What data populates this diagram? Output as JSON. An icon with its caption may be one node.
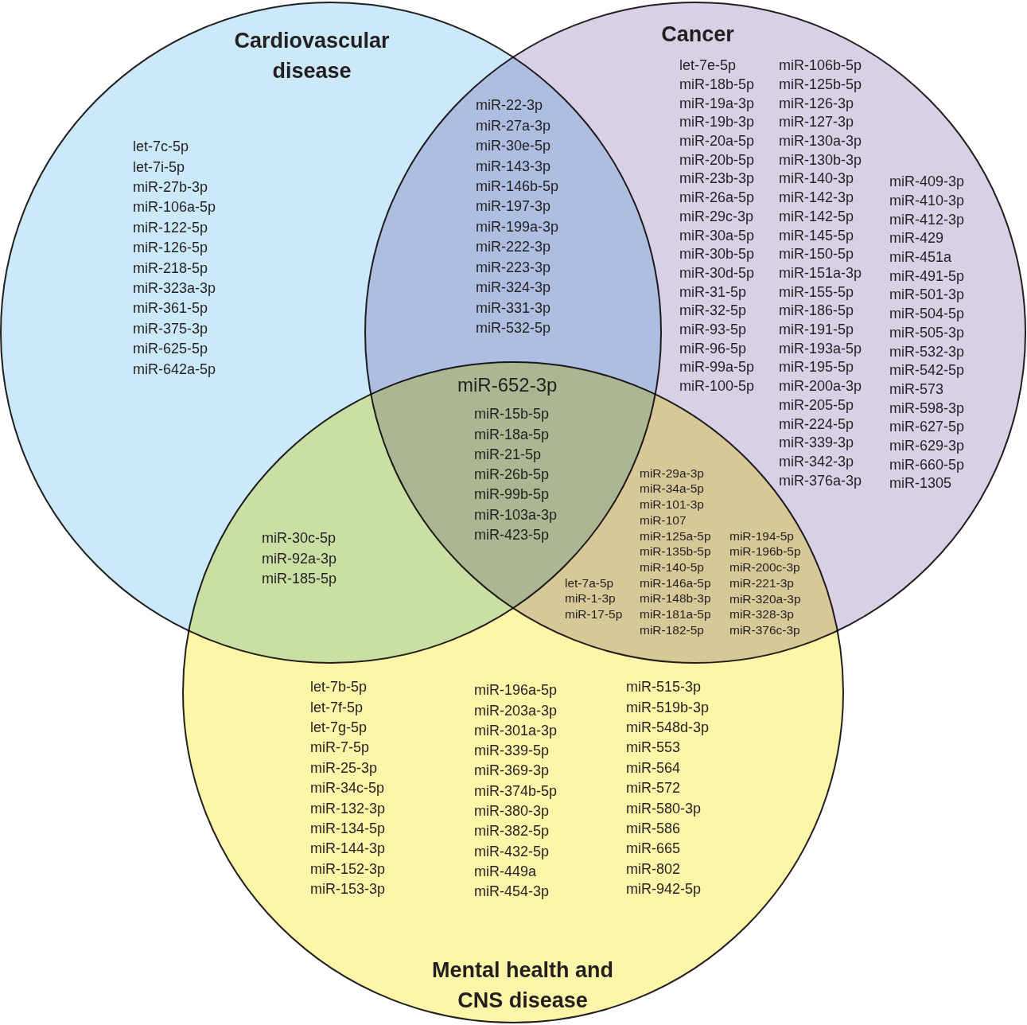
{
  "diagram": {
    "nodes": [
      {
        "text": [
          "Cardiovascular disease"
        ]
      },
      {
        "text": [
          "Cancer"
        ]
      },
      {
        "text": [
          "Mental health and CNS disease"
        ]
      }
    ],
    "labels": [
      "let-7c-5p",
      "let-7i-5p",
      "miR-27b-3p",
      "miR-106a-5p",
      "miR-122-5p",
      "miR-126-5p",
      "miR-218-5p",
      "miR-323a-3p",
      "miR-361-5p",
      "miR-375-3p",
      "miR-625-5p",
      "miR-642a-5p",
      "miR-22-3p",
      "miR-27a-3p",
      "miR-30e-5p",
      "miR-143-3p",
      "miR-146b-5p",
      "miR-197-3p",
      "miR-199a-3p",
      "miR-222-3p",
      "miR-223-3p",
      "miR-324-3p",
      "miR-331-3p",
      "miR-532-5p",
      "let-7e-5p",
      "miR-18b-5p",
      "miR-19a-3p",
      "miR-19b-3p",
      "miR-20a-5p",
      "miR-20b-5p",
      "miR-23b-3p",
      "miR-26a-5p",
      "miR-29c-3p",
      "miR-30a-5p",
      "miR-30b-5p",
      "miR-30d-5p",
      "miR-31-5p",
      "miR-32-5p",
      "miR-93-5p",
      "miR-96-5p",
      "miR-99a-5p",
      "miR-100-5p",
      "miR-106b-5p",
      "miR-125b-5p",
      "miR-126-3p",
      "miR-127-3p",
      "miR-130a-3p",
      "miR-130b-3p",
      "miR-140-3p",
      "miR-142-3p",
      "miR-142-5p",
      "miR-145-5p",
      "miR-150-5p",
      "miR-151a-3p",
      "miR-155-5p",
      "miR-186-5p",
      "miR-191-5p",
      "miR-193a-5p",
      "miR-195-5p",
      "miR-200a-3p",
      "miR-205-5p",
      "miR-224-5p",
      "miR-339-3p",
      "miR-342-3p",
      "miR-376a-3p",
      "miR-409-3p",
      "miR-410-3p",
      "miR-412-3p",
      "miR-429",
      "miR-451a",
      "miR-491-5p",
      "miR-501-3p",
      "miR-504-5p",
      "miR-505-3p",
      "miR-532-3p",
      "miR-542-5p",
      "miR-573",
      "miR-598-3p",
      "miR-627-5p",
      "miR-629-3p",
      "miR-660-5p",
      "miR-1305",
      "miR-652-3p",
      "miR-15b-5p",
      "miR-18a-5p",
      "miR-21-5p",
      "miR-26b-5p",
      "miR-99b-5p",
      "miR-103a-3p",
      "miR-423-5p",
      "miR-30c-5p",
      "miR-92a-3p",
      "miR-185-5p",
      "miR-29a-3p",
      "miR-34a-5p",
      "miR-101-3p",
      "miR-107",
      "miR-125a-5p",
      "miR-135b-5p",
      "miR-140-5p",
      "miR-146a-5p",
      "miR-148b-3p",
      "miR-181a-5p",
      "miR-182-5p",
      "miR-194-5p",
      "miR-196b-5p",
      "miR-200c-3p",
      "miR-221-3p",
      "miR-320a-3p",
      "miR-328-3p",
      "miR-376c-3p",
      "let-7a-5p",
      "miR-1-3p",
      "miR-17-5p",
      "let-7b-5p",
      "let-7f-5p",
      "let-7g-5p",
      "miR-7-5p",
      "miR-25-3p",
      "miR-34c-5p",
      "miR-132-3p",
      "miR-134-5p",
      "miR-144-3p",
      "miR-152-3p",
      "miR-153-3p",
      "miR-196a-5p",
      "miR-203a-3p",
      "miR-301a-3p",
      "miR-339-5p",
      "miR-369-3p",
      "miR-374b-5p",
      "miR-380-3p",
      "miR-382-5p",
      "miR-432-5p",
      "miR-449a",
      "miR-454-3p",
      "miR-515-3p",
      "miR-519b-3p",
      "miR-548d-3p",
      "miR-553",
      "miR-564",
      "miR-572",
      "miR-580-3p",
      "miR-586",
      "miR-665",
      "miR-802",
      "miR-942-5p"
    ]
  }
}
